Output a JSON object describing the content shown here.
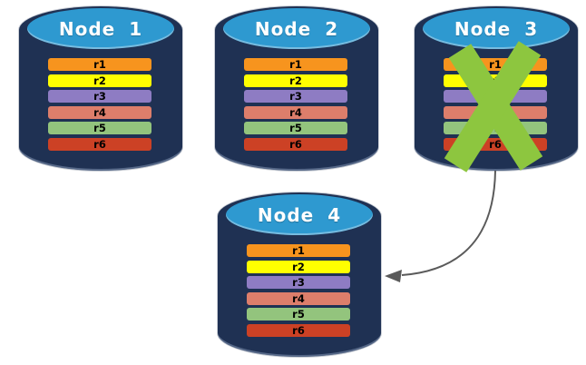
{
  "colors": {
    "background": "#ffffff",
    "cylinder_body": "#1f3153",
    "cylinder_top": "#2e99d0",
    "label_text": "#ffffff",
    "bar_text": "#000000",
    "x_mark": "#8dc63f",
    "arrow": "#5a5a5a"
  },
  "nodes": [
    {
      "id": "node-1",
      "label": "Node 1",
      "failed": false
    },
    {
      "id": "node-2",
      "label": "Node 2",
      "failed": false
    },
    {
      "id": "node-3",
      "label": "Node 3",
      "failed": true
    },
    {
      "id": "node-4",
      "label": "Node 4",
      "failed": false
    }
  ],
  "rows": [
    {
      "label": "r1",
      "color": "#f7941e"
    },
    {
      "label": "r2",
      "color": "#ffff00"
    },
    {
      "label": "r3",
      "color": "#8e7cc3"
    },
    {
      "label": "r4",
      "color": "#dd7e6b"
    },
    {
      "label": "r5",
      "color": "#93c47d"
    },
    {
      "label": "r6",
      "color": "#cc4125"
    }
  ],
  "annotations": {
    "x_mark_on": "Node 3",
    "arrow": {
      "from": "Node 3",
      "to": "Node 4"
    }
  }
}
